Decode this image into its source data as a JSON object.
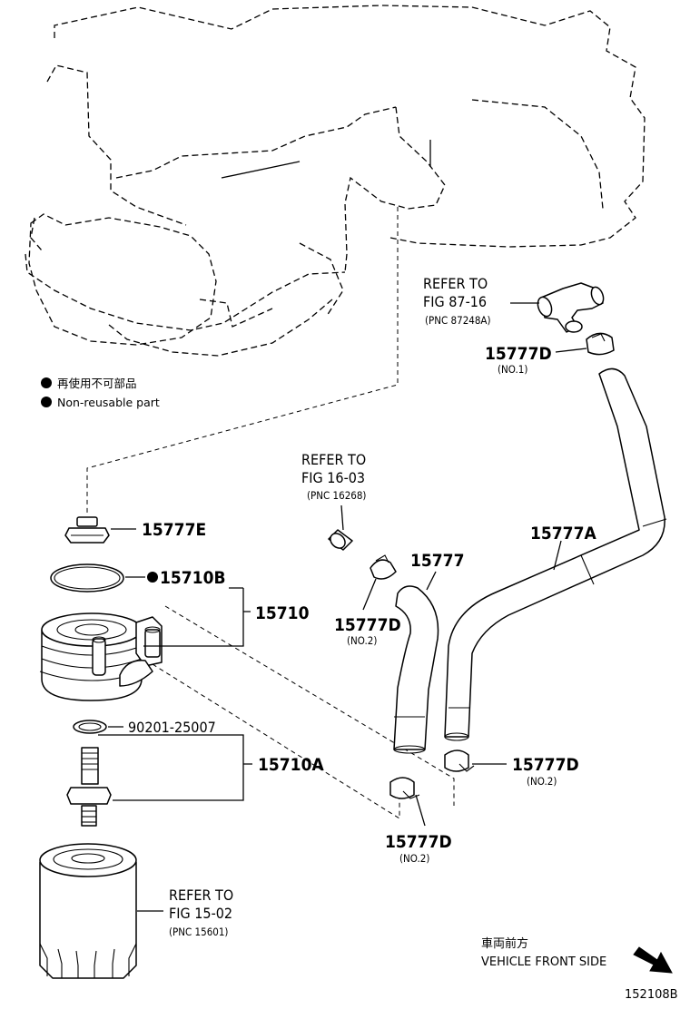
{
  "legend": {
    "jp": "再使用不可部品",
    "en": "Non-reusable part"
  },
  "parts": {
    "p15777E": "15777E",
    "p15710B": "15710B",
    "p15710": "15710",
    "p90201": "90201-25007",
    "p15710A": "15710A",
    "p15777": "15777",
    "p15777A": "15777A",
    "p15777D": "15777D",
    "no1": "(NO.1)",
    "no2": "(NO.2)"
  },
  "refs": {
    "refer_to": "REFER TO",
    "fig_87_16": "FIG 87-16",
    "pnc_87248a": "(PNC 87248A)",
    "fig_16_03": "FIG 16-03",
    "pnc_16268": "(PNC 16268)",
    "fig_15_02": "FIG 15-02",
    "pnc_15601": "(PNC 15601)"
  },
  "orientation": {
    "jp": "車両前方",
    "en": "VEHICLE FRONT SIDE"
  },
  "figure_id": "152108B",
  "icons": {
    "non_reusable_marker": "filled-circle-icon",
    "front_arrow": "arrow-down-right-icon"
  }
}
